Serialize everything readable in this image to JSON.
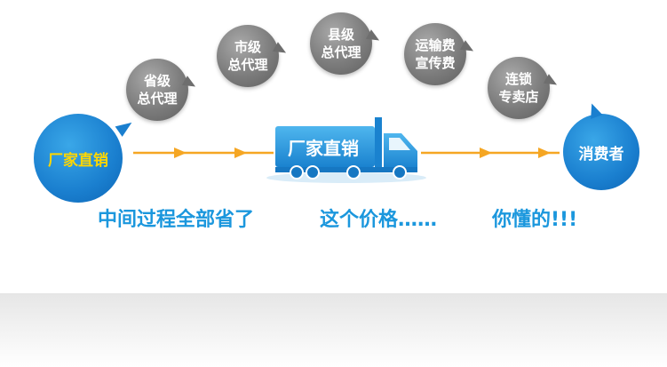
{
  "bubbles": [
    {
      "line1": "省级",
      "line2": "总代理"
    },
    {
      "line1": "市级",
      "line2": "总代理"
    },
    {
      "line1": "县级",
      "line2": "总代理"
    },
    {
      "line1": "运输费",
      "line2": "宣传费"
    },
    {
      "line1": "连锁",
      "line2": "专卖店"
    }
  ],
  "factory_label": "厂家直销",
  "truck_label": "厂家直销",
  "consumer_label": "消费者",
  "caption": {
    "part1": "中间过程全部省了",
    "part2": "这个价格……",
    "part3": "你懂的!!!"
  },
  "colors": {
    "primary_blue": "#1b97dd",
    "arrow_orange": "#f5a623",
    "bubble_gray": "#7c7c7c",
    "factory_text": "#ffd700"
  }
}
